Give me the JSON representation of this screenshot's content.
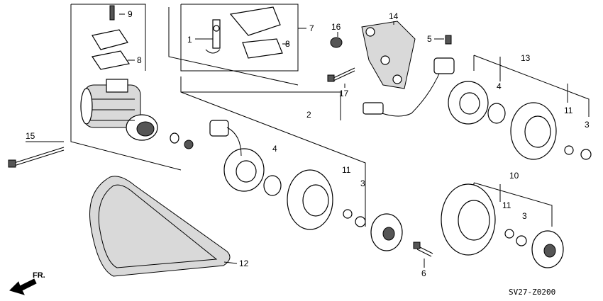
{
  "diagram_code": "SV27-Z0200",
  "direction_label": "FR.",
  "callouts": {
    "c1": "1",
    "c2": "2",
    "c3a": "3",
    "c3b": "3",
    "c3c": "3",
    "c4a": "4",
    "c4b": "4",
    "c5": "5",
    "c6": "6",
    "c7": "7",
    "c8a": "8",
    "c8b": "8",
    "c9": "9",
    "c10": "10",
    "c11a": "11",
    "c11b": "11",
    "c11c": "11",
    "c12": "12",
    "c13": "13",
    "c14": "14",
    "c15": "15",
    "c16": "16",
    "c17": "17"
  }
}
